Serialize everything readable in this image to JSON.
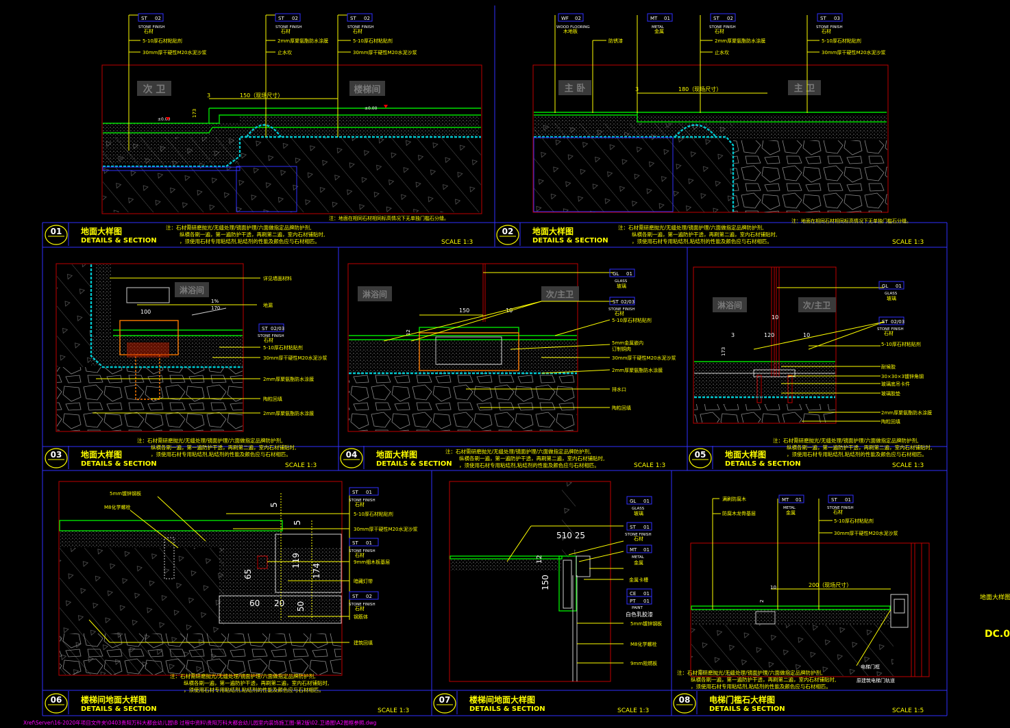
{
  "tags": {
    "st02": [
      "ST",
      "02"
    ],
    "st03": [
      "ST",
      "03"
    ],
    "st01": [
      "ST",
      "01"
    ],
    "st0203": [
      "ST",
      "02/03"
    ],
    "wf02": [
      "WF",
      "02"
    ],
    "mt01": [
      "MT",
      "01"
    ],
    "gl01": [
      "GL",
      "01"
    ],
    "pt01": [
      "PT",
      "01"
    ],
    "ce01": [
      "CE",
      "01"
    ],
    "stone_finish": "STONE FINISH",
    "stone_cn": "石材",
    "wood_flooring": "WOOD FLOORING",
    "wood_cn": "木地板",
    "metal": "METAL",
    "metal_cn": "金属",
    "glass": "GLASS",
    "glass_cn": "玻璃",
    "paint": "PAINT"
  },
  "notes": {
    "stone_510": "5-10厚石材粘贴剂",
    "mortar30": "30mm厚干硬性M20水泥沙浆",
    "waterproof2": "2mm厚聚氨酯防水涂膜",
    "waterstop": "止水坎",
    "rustproof": "防锈漆",
    "see_wall": "详见墙面材料",
    "floor_drain": "地漏",
    "ceramsite": "陶粒回填",
    "steel_frame": "5mm金属嵌内\n订制铜肉",
    "drain_outlet": "排水口",
    "sealant": "耐候胶",
    "angle_steel": "30×30×3镀锌角钢",
    "glass_clip": "玻璃底吊卡件",
    "glass_pad": "玻璃胶垫",
    "steel_plate5": "5mm镀锌钢板",
    "m8_bolt": "M8化学螺栓",
    "plywood9": "9mm细木板基层",
    "strip_light": "暗藏灯带",
    "steel_body": "钢筋体",
    "structure_fill": "建筑回填",
    "metal_clip": "金属卡槽",
    "white_latex": "白色乳胶漆",
    "galv_plate": "5mm镀锌钢板",
    "m8_chem": "M8化学螺栓",
    "gyp9": "9mm阻燃板",
    "preserve_wood": "满刷防腐木",
    "wood_base": "防腐木龙骨基层",
    "elevator_frame": "电梯门框",
    "elevator_note": "原建筑电梯门轨道",
    "note_adj": "注：地面在相同石材相同标高情况下无单独门槛石分缝。"
  },
  "rooms": {
    "ciwei": "次 卫",
    "louti": "楼梯间",
    "zhuwo": "主 卧",
    "zhuwei": "主 卫",
    "linyu": "淋浴间",
    "cizhuwei": "次/主卫"
  },
  "dims": {
    "d150site": "150（现场尺寸）",
    "d180site": "180（现场尺寸）",
    "d200site": "200（现场尺寸）",
    "d3": "3",
    "d173": "173",
    "d100": "100",
    "d150": "150",
    "d10": "10",
    "d120": "120",
    "slope": "1%",
    "slope2": "170",
    "elev": "±0.00",
    "d12": "12",
    "d5": "5",
    "d119": "119",
    "d174": "174",
    "d65": "65",
    "d60": "60",
    "d20": "20",
    "d50": "50",
    "d5102": "510 25",
    "d150v": "150",
    "d12b": "12",
    "d2": "2"
  },
  "titles": [
    {
      "num": "01",
      "cn": "地面大样图",
      "en": "DETAILS & SECTION",
      "scale": "SCALE  1:3"
    },
    {
      "num": "02",
      "cn": "地面大样图",
      "en": "DETAILS & SECTION",
      "scale": "SCALE  1:3"
    },
    {
      "num": "03",
      "cn": "地面大样图",
      "en": "DETAILS & SECTION",
      "scale": "SCALE  1:3"
    },
    {
      "num": "04",
      "cn": "地面大样图",
      "en": "DETAILS & SECTION",
      "scale": "SCALE  1:3"
    },
    {
      "num": "05",
      "cn": "地面大样图",
      "en": "DETAILS & SECTION",
      "scale": "SCALE  1:3"
    },
    {
      "num": "06",
      "cn": "楼梯间地面大样图",
      "en": "DETAILS & SECTION",
      "scale": "SCALE  1:3"
    },
    {
      "num": "07",
      "cn": "楼梯间地面大样图",
      "en": "DETAILS & SECTION",
      "scale": "SCALE  1:3"
    },
    {
      "num": "08",
      "cn": "电梯门槛石大样图",
      "en": "DETAILS & SECTION",
      "scale": "SCALE  1:5"
    }
  ],
  "general_note": [
    "注：石材需研磨抛光/无缝处理/镜面护理/六面做指定品牌防护剂,",
    "纵横各刷一遍，第一遍防护干透，再刷第二遍，室内石材铺贴时,",
    "，须使用石材专用粘结剂,粘结剂的性能及颜色应与石材相匹。"
  ],
  "side_label": "地面大样图",
  "sheet_code": "DC.0",
  "xref_path": "Xref\\Server\\16-2020年项目文件夹\\0403贵阳万科大都会幼儿园\\B 过程中资料\\贵阳万科大都会幼儿园室内装饰施工图-第2版\\02.卫通图\\A2图框参照.dwg"
}
